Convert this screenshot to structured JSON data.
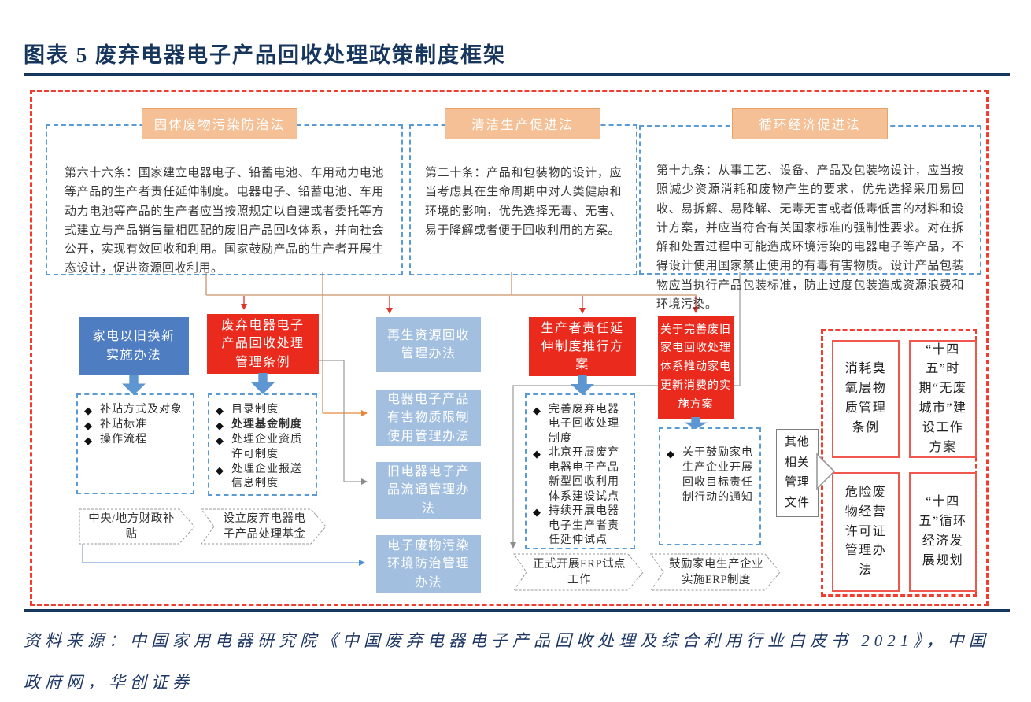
{
  "ui": {
    "bullet_char": "◆"
  },
  "title": "图表 5  废弃电器电子产品回收处理政策制度框架",
  "laws": [
    {
      "header": "固体废物污染防治法",
      "body": "第六十六条：国家建立电器电子、铅蓄电池、车用动力电池等产品的生产者责任延伸制度。电器电子、铅蓄电池、车用动力电池等产品的生产者应当按照规定以自建或者委托等方式建立与产品销售量相匹配的废旧产品回收体系，并向社会公开，实现有效回收和利用。国家鼓励产品的生产者开展生态设计，促进资源回收利用。"
    },
    {
      "header": "清洁生产促进法",
      "body": "第二十条：产品和包装物的设计，应当考虑其在生命周期中对人类健康和环境的影响，优先选择无毒、无害、易于降解或者便于回收利用的方案。"
    },
    {
      "header": "循环经济促进法",
      "body": "第十九条：从事工艺、设备、产品及包装物设计，应当按照减少资源消耗和废物产生的要求，优先选择采用易回收、易拆解、易降解、无毒无害或者低毒低害的材料和设计方案，并应当符合有关国家标准的强制性要求。对在拆解和处置过程中可能造成环境污染的电器电子等产品，不得设计使用国家禁止使用的有毒有害物质。设计产品包装物应当执行产品包装标准，防止过度包装造成资源浪费和环境污染。"
    }
  ],
  "policies": {
    "home_appliance_swap": "家电以旧换新实施办法",
    "weee_regulation": "废弃电器电子产品回收处理管理条例",
    "renewable_resources": "再生资源回收管理办法",
    "epr_plan": "生产者责任延伸制度推行方案",
    "update_consumption_plan": "关于完善废旧家电回收处理体系推动家电更新消费的实施方案"
  },
  "sub_bullets": {
    "swap": [
      "补贴方式及对象",
      "补贴标准",
      "操作流程"
    ],
    "weee": [
      "目录制度",
      "处理基金制度",
      "处理企业资质许可制度",
      "处理企业报送信息制度"
    ],
    "epr": [
      "完善废弃电器电子回收处理制度",
      "北京开展废弃电器电子产品新型回收利用体系建设试点",
      "持续开展电器电子生产者责任延伸试点"
    ],
    "update": [
      "关于鼓励家电生产企业开展回收目标责任制行动的通知"
    ]
  },
  "measures": [
    "电器电子产品有害物质限制使用管理办法",
    "旧电器电子产品流通管理办法",
    "电子废物污染环境防治管理办法"
  ],
  "process_arrows": [
    "中央/地方财政补贴",
    "设立废弃电器电子产品处理基金",
    "正式开展ERP试点工作",
    "鼓励家电生产企业实施ERP制度"
  ],
  "other_docs_label": "其他相关管理文件",
  "other_docs": [
    "消耗臭氧层物质管理条例",
    "“十四五”时期“无废城市”建设工作方案",
    "危险废物经营许可证管理办法",
    "“十四五”循环经济发展规划"
  ],
  "source": "资料来源：中国家用电器研究院《中国废弃电器电子产品回收处理及综合利用行业白皮书 2021》，中国政府网，华创证券",
  "colors": {
    "title_navy": "#17365D",
    "frame_red": "#F43B30",
    "dashed_blue": "#5B9BD5",
    "orange_header": "#F5C095",
    "policy_blue": "#4E7EC1",
    "policy_red": "#E92A1C",
    "policy_light_blue": "#A2BFE0",
    "arrow_blue": "#5E96D2",
    "doc_border_red": "#F0584D",
    "source_navy": "#1F3864"
  }
}
